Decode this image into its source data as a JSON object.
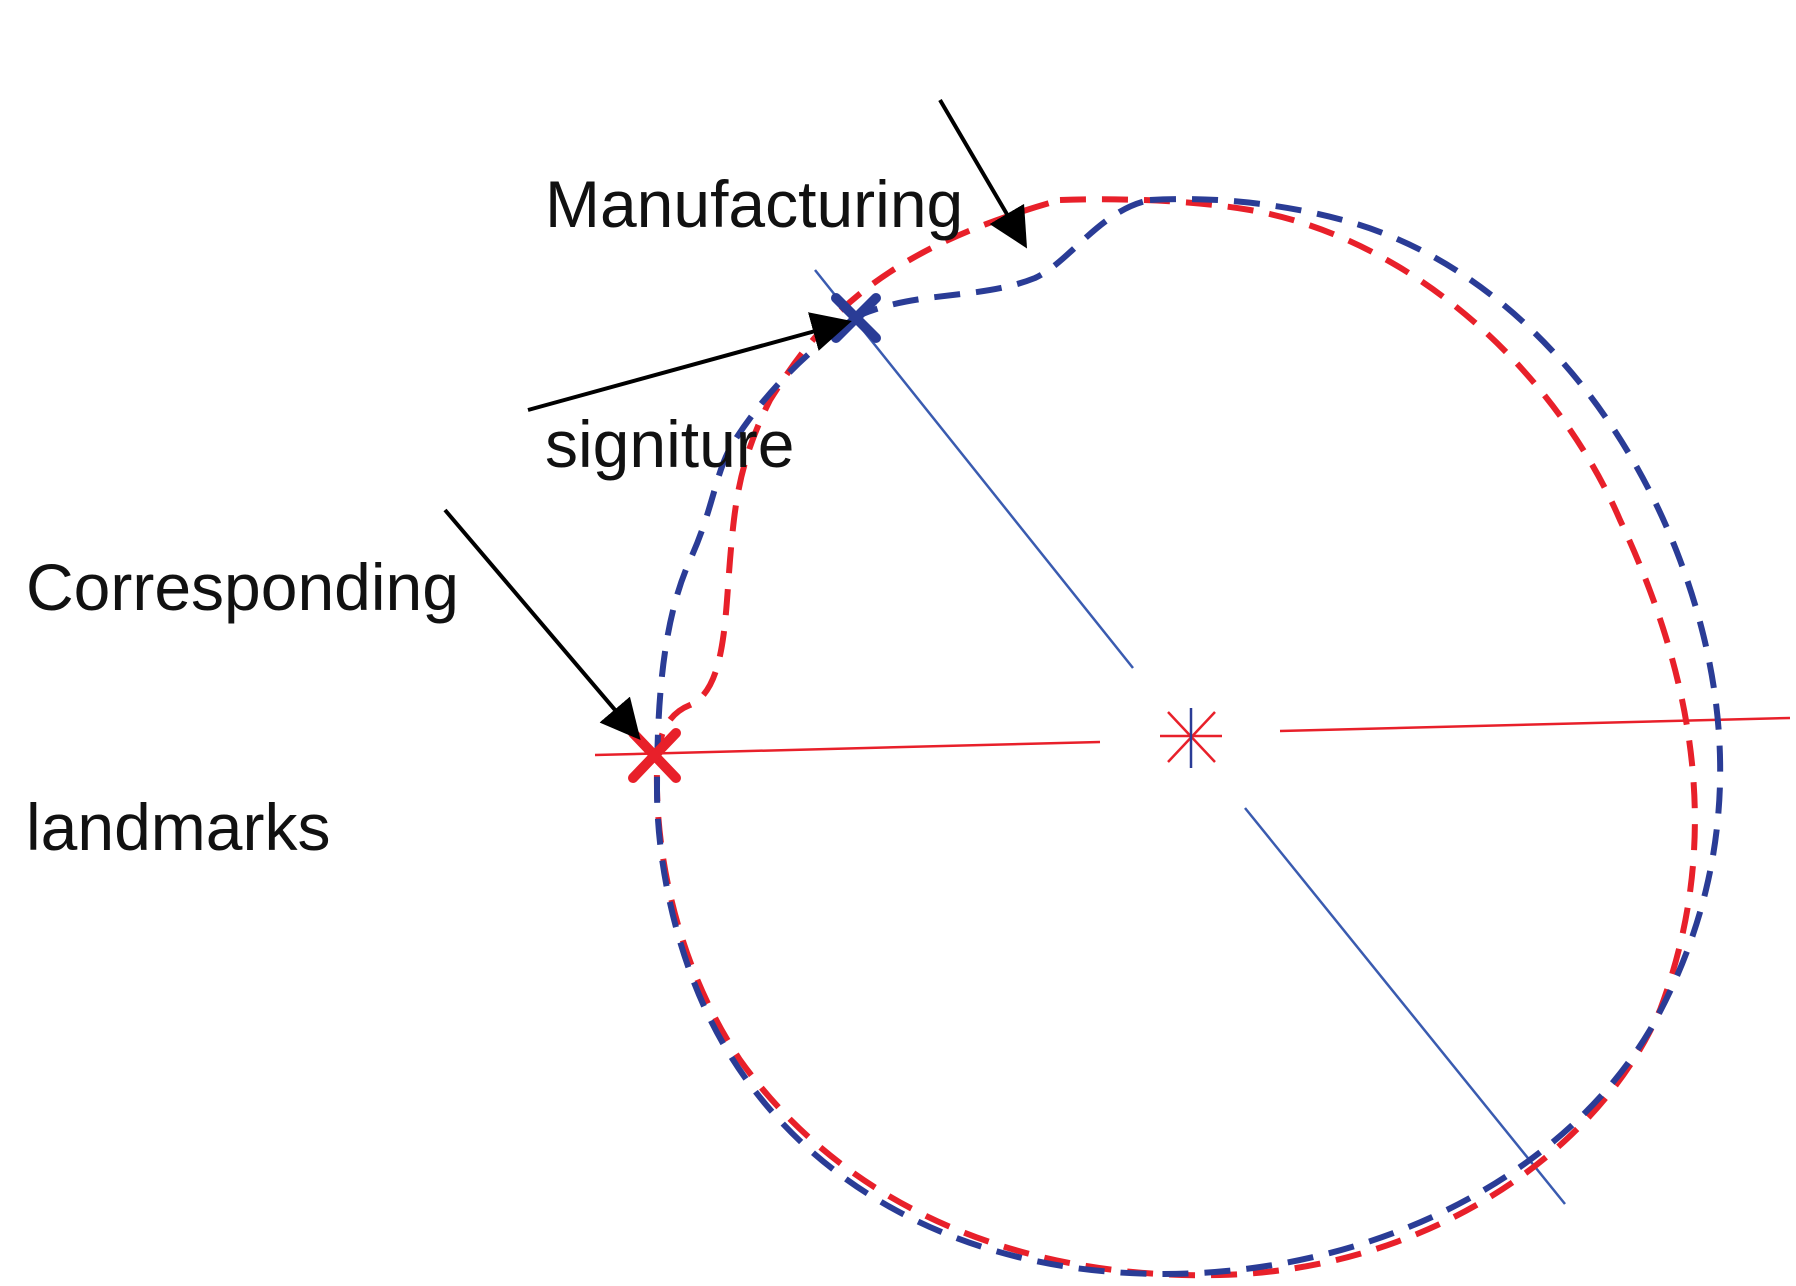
{
  "annotations": {
    "manufacturing_signature": {
      "line1": "Manufacturing",
      "line2": "signiture"
    },
    "corresponding_landmarks": {
      "line1": "Corresponding",
      "line2": "landmarks"
    }
  },
  "colors": {
    "profile_red": "#e8202a",
    "profile_blue": "#2a3c96",
    "axis_red": "#e8202a",
    "axis_blue": "#3a5bb0",
    "arrow": "#000000",
    "text": "#111111"
  },
  "legend_semantics": {
    "red_dashed": "reference-profile",
    "blue_dashed": "measured-profile",
    "red_cross": "landmark-reference",
    "blue_cross": "landmark-measured",
    "center_star": "profile-center"
  }
}
